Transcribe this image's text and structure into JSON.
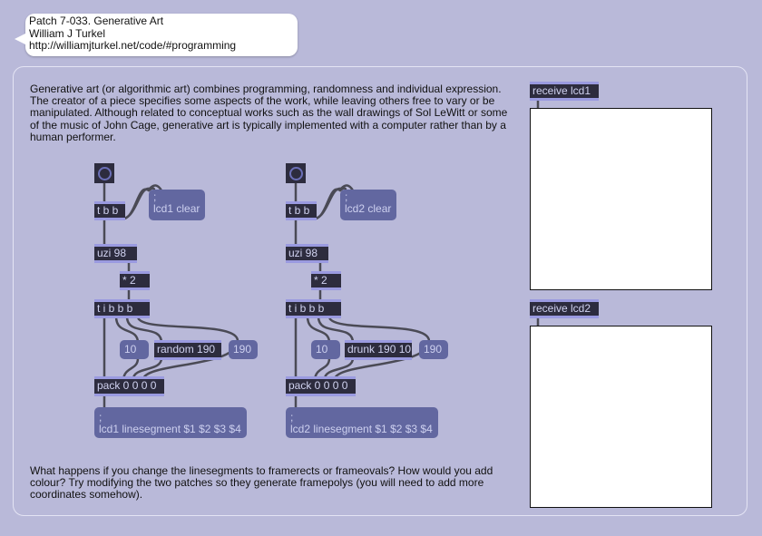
{
  "header": {
    "lines": [
      "Patch 7-033. Generative Art",
      "William J Turkel",
      "http://williamjturkel.net/code/#programming"
    ]
  },
  "intro": "Generative art (or algorithmic art) combines programming, randomness and individual expression. The creator of a piece specifies some aspects of the work, while leaving others free to vary or be manipulated. Although related to conceptual works such as the wall drawings of Sol LeWitt or some of the music of John Cage, generative art is typically implemented with a computer rather than by a human performer.",
  "outro": "What happens if you change the linesegments to framerects or frameovals? How would you add colour? Try modifying the two patches so they generate framepolys (you will need to add more coordinates somehow).",
  "patch1": {
    "tbb": "t b b",
    "clear_semi": ";",
    "clear": "lcd1 clear",
    "uzi": "uzi 98",
    "mul": "* 2",
    "tibbb": "t i b b b",
    "min": "10",
    "gen": "random 190",
    "max": "190",
    "pack": "pack 0 0 0 0",
    "line_semi": ";",
    "line": "lcd1 linesegment $1 $2 $3 $4"
  },
  "patch2": {
    "tbb": "t b b",
    "clear_semi": ";",
    "clear": "lcd2 clear",
    "uzi": "uzi 98",
    "mul": "* 2",
    "tibbb": "t i b b b",
    "min": "10",
    "gen": "drunk 190 10",
    "max": "190",
    "pack": "pack 0 0 0 0",
    "line_semi": ";",
    "line": "lcd2 linesegment $1 $2 $3 $4"
  },
  "receive1": "receive lcd1",
  "receive2": "receive lcd2"
}
